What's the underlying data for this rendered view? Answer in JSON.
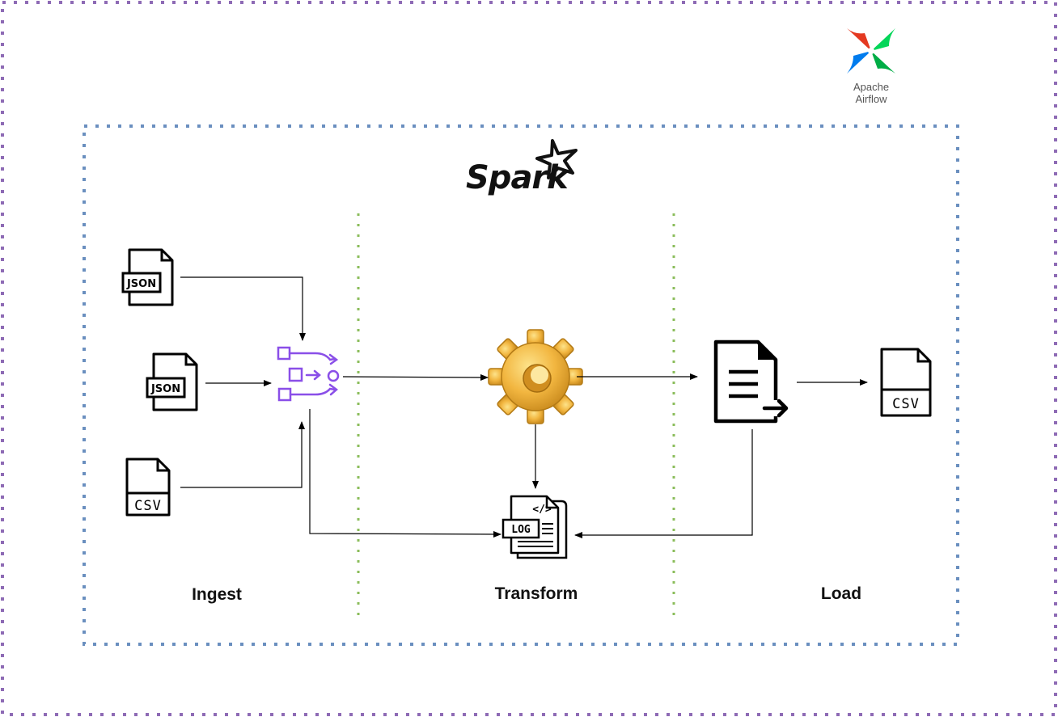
{
  "airflow_logo": {
    "line1": "Apache",
    "line2": "Airflow"
  },
  "spark_logo": {
    "text": "Spark"
  },
  "stages": {
    "ingest": "Ingest",
    "transform": "Transform",
    "load": "Load"
  },
  "sources": [
    {
      "type": "JSON"
    },
    {
      "type": "JSON"
    },
    {
      "type": "CSV"
    }
  ],
  "sink": {
    "type": "CSV"
  },
  "log": {
    "label": "LOG",
    "code_glyph": "</>"
  },
  "colors": {
    "outer_border": "#8e6bb5",
    "inner_border": "#6a8fbf",
    "stage_divider": "#8bbd5b",
    "ingest_icon": "#8a4fe8",
    "gear": "#f0b43c"
  }
}
